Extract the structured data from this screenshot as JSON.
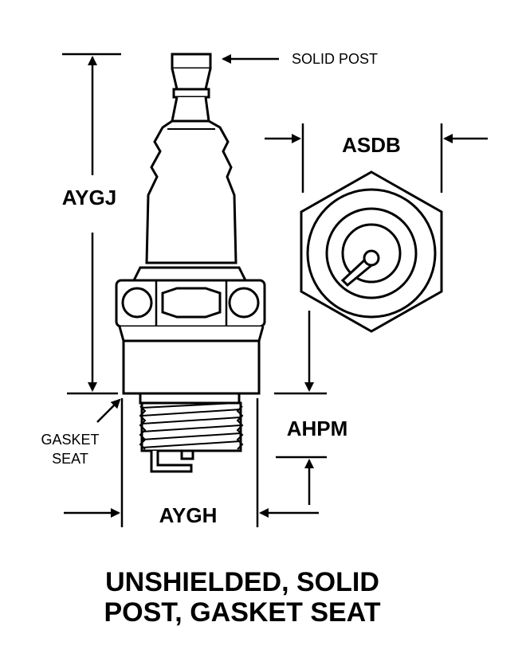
{
  "labels": {
    "solid_post": "SOLID POST",
    "asdb": "ASDB",
    "aygj": "AYGJ",
    "ahpm": "AHPM",
    "aygh": "AYGH",
    "gasket_seat_line1": "GASKET",
    "gasket_seat_line2": "SEAT"
  },
  "caption": {
    "line1": "UNSHIELDED, SOLID",
    "line2": "POST, GASKET SEAT"
  }
}
